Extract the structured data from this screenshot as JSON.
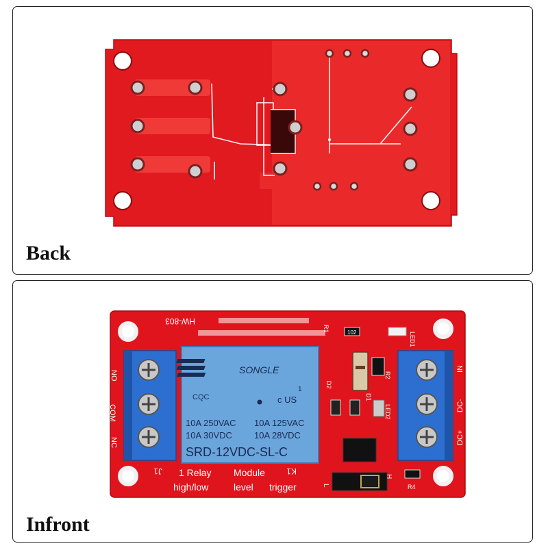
{
  "panels": {
    "back": {
      "caption": "Back"
    },
    "front": {
      "caption": "Infront",
      "board_model": "HW-803",
      "board_title_line1": "1 Relay",
      "board_title_module": "Module",
      "board_title_line2a": "high/low",
      "board_title_line2b": "level",
      "board_title_line2c": "trigger",
      "terminals_left": [
        "NO",
        "COM",
        "NC"
      ],
      "terminals_right": [
        "IN",
        "DC-",
        "DC+"
      ],
      "labels": {
        "j1": "J1",
        "k1": "K1",
        "r1": "R1",
        "r2": "R2",
        "r4": "R4",
        "d1": "D1",
        "d2": "D2",
        "led1": "LED1",
        "led2": "LED2",
        "h": "H",
        "l": "L",
        "resistor_code": "102"
      },
      "relay": {
        "brand": "SONGLE",
        "cert_left": "CQC",
        "rating_row1_left": "10A 250VAC",
        "rating_row1_right": "10A 125VAC",
        "rating_row2_left": "10A 30VDC",
        "rating_row2_right": "10A 28VDC",
        "model": "SRD-12VDC-SL-C",
        "ul_mark": "c  US",
        "ul_number": "1"
      }
    }
  },
  "colors": {
    "pcb_red": "#e0141c",
    "pcb_dark_red": "#c50f16",
    "relay_blue": "#5f9fd8",
    "terminal_blue": "#2d6fd0"
  }
}
